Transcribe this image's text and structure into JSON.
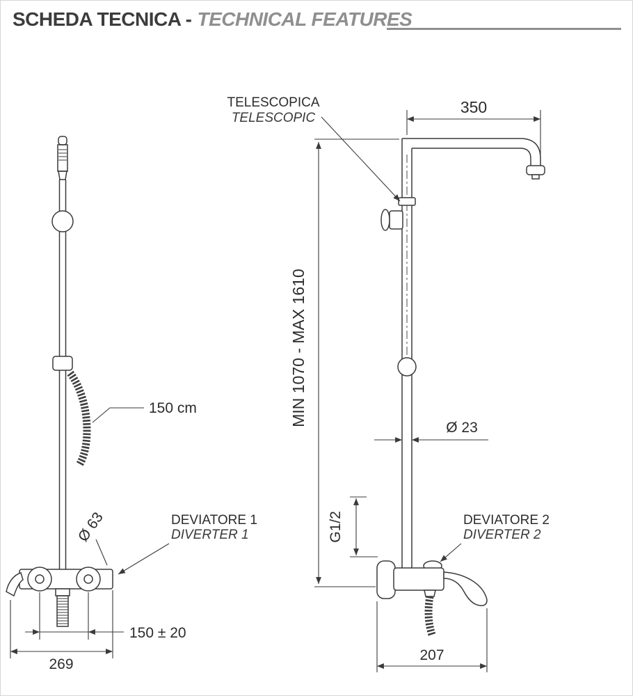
{
  "header": {
    "title_it": "SCHEDA TECNICA -",
    "title_en": "TECHNICAL FEATURES"
  },
  "front_view": {
    "hose_length": "150 cm",
    "bell_diameter": "Ø 63",
    "diverter_it": "DEVIATORE 1",
    "diverter_en": "DIVERTER 1",
    "inlet_distance": "150 ± 20",
    "overall_width": "269"
  },
  "side_view": {
    "telescopic_it": "TELESCOPICA",
    "telescopic_en": "TELESCOPIC",
    "arm_length": "350",
    "height_range": "MIN 1070 - MAX 1610",
    "column_diameter": "Ø 23",
    "thread_size": "G1/2",
    "diverter_it": "DEVIATORE 2",
    "diverter_en": "DIVERTER 2",
    "overall_depth": "207"
  },
  "colors": {
    "line": "#3a3a3a",
    "accent_gray": "#8f8f8f"
  }
}
